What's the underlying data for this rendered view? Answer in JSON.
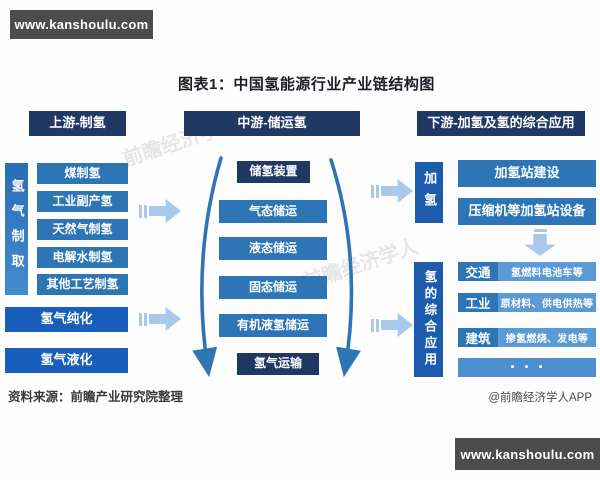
{
  "banners": {
    "top_left": "www.kanshoulu.com",
    "bottom_right": "www.kanshoulu.com"
  },
  "title": "图表1：中国氢能源行业产业链结构图",
  "upstream": {
    "header": "上游-制氢",
    "vertical_label": "氢气制取",
    "methods": [
      "煤制氢",
      "工业副产氢",
      "天然气制氢",
      "电解水制氢",
      "其他工艺制氢"
    ],
    "purification": "氢气纯化",
    "liquefaction": "氢气液化"
  },
  "midstream": {
    "header": "中游-储运氢",
    "storage_device": "储氢装置",
    "storage_modes": [
      "气态储运",
      "液态储运",
      "固态储运",
      "有机液氢储运"
    ],
    "transport": "氢气运输"
  },
  "downstream": {
    "header": "下游-加氢及氢的综合应用",
    "refueling": {
      "vertical_label": "加氢",
      "items": [
        "加氢站建设",
        "压缩机等加氢站设备"
      ]
    },
    "applications": {
      "vertical_label": "氢的综合应用",
      "rows": [
        {
          "label": "交通",
          "desc": "氢燃料电池车等"
        },
        {
          "label": "工业",
          "desc": "原材料、供电供热等"
        },
        {
          "label": "建筑",
          "desc": "掺氢燃烧、发电等"
        }
      ],
      "more": "···"
    }
  },
  "footer": {
    "source": "资料来源：前瞻产业研究院整理",
    "credit": "@前瞻经济学人APP"
  },
  "watermark": "前瞻经济学人",
  "colors": {
    "header_navy": "#1F3864",
    "item_blue": "#2E75B6",
    "bright_blue": "#1A5EBB",
    "panel_blue": "#1D5CAD",
    "desc_blue": "#5B9BD5",
    "more_blue": "#4E8FD0",
    "arrow_blue": "#A9C9EC",
    "banner_gray": "#4C4C4C"
  }
}
